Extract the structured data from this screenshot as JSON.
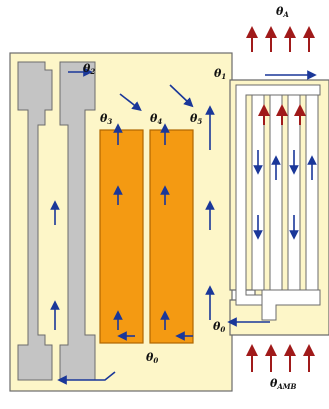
{
  "labels": {
    "theta_A": {
      "base": "θ",
      "sub": "A"
    },
    "theta_2": {
      "base": "θ",
      "sub": "2"
    },
    "theta_1": {
      "base": "θ",
      "sub": "1"
    },
    "theta_3": {
      "base": "θ",
      "sub": "3"
    },
    "theta_4": {
      "base": "θ",
      "sub": "4"
    },
    "theta_5": {
      "base": "θ",
      "sub": "5"
    },
    "theta_0_right": {
      "base": "θ",
      "sub": "0"
    },
    "theta_0_bottom": {
      "base": "θ",
      "sub": "0"
    },
    "theta_amb": {
      "base": "θ",
      "sub": "AMB"
    }
  },
  "colors": {
    "enclosure_fill": "#fdf6c8",
    "outline": "#6b6b6b",
    "heatsink_fill": "#c4c4c4",
    "component_fill": "#f49a12",
    "component_edge": "#b06600",
    "air_arrow": "#1a3799",
    "ambient_arrow": "#a01a1a",
    "fin_fill": "#ffffff"
  }
}
